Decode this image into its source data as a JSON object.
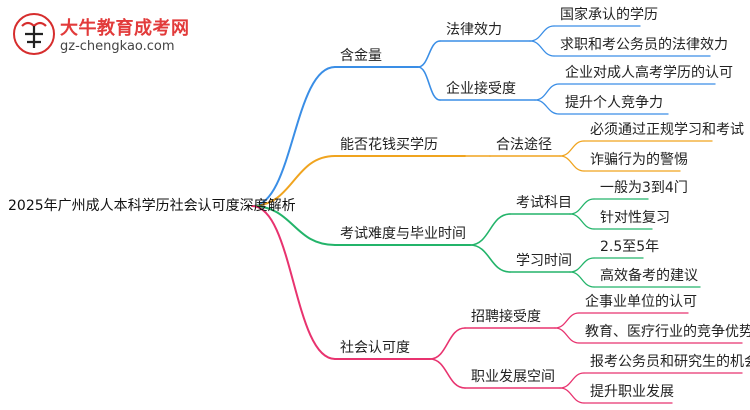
{
  "logo": {
    "title": "大牛教育成考网",
    "url": "gz-chengkao.com"
  },
  "mindmap": {
    "root": "2025年广州成人本科学历社会认可度深度解析",
    "branches": [
      {
        "label": "含金量",
        "color": "#3a8ee6",
        "children": [
          {
            "label": "法律效力",
            "leaves": [
              "国家承认的学历",
              "求职和考公务员的法律效力"
            ]
          },
          {
            "label": "企业接受度",
            "leaves": [
              "企业对成人高考学历的认可",
              "提升个人竞争力"
            ]
          }
        ]
      },
      {
        "label": "能否花钱买学历",
        "color": "#f0a41f",
        "children": [
          {
            "label": "合法途径",
            "leaves": [
              "必须通过正规学习和考试",
              "诈骗行为的警惕"
            ]
          }
        ]
      },
      {
        "label": "考试难度与毕业时间",
        "color": "#23b46a",
        "children": [
          {
            "label": "考试科目",
            "leaves": [
              "一般为3到4门",
              "针对性复习"
            ]
          },
          {
            "label": "学习时间",
            "leaves": [
              "2.5至5年",
              "高效备考的建议"
            ]
          }
        ]
      },
      {
        "label": "社会认可度",
        "color": "#e8336f",
        "children": [
          {
            "label": "招聘接受度",
            "leaves": [
              "企事业单位的认可",
              "教育、医疗行业的竞争优势"
            ]
          },
          {
            "label": "职业发展空间",
            "leaves": [
              "报考公务员和研究生的机会",
              "提升职业发展"
            ]
          }
        ]
      }
    ]
  }
}
